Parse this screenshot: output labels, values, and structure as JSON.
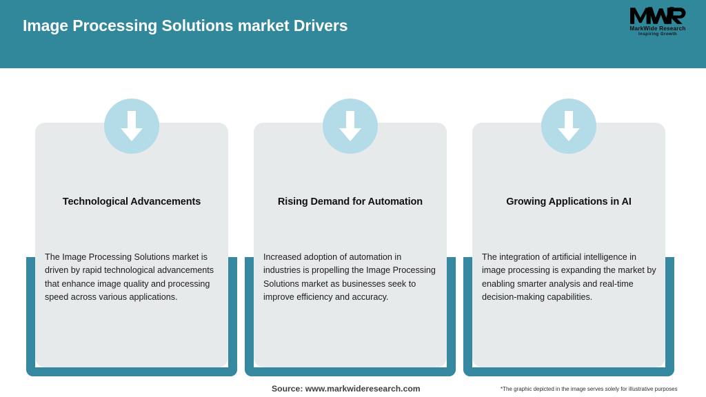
{
  "header": {
    "title": "Image Processing Solutions market Drivers",
    "background_color": "#32889b",
    "title_color": "#ffffff"
  },
  "logo": {
    "mark": "MWR",
    "name": "MarkWide Research",
    "tagline": "Inspiring Growth"
  },
  "cards": [
    {
      "icon": "down-arrow-icon",
      "title": "Technological Advancements",
      "body": "The Image Processing Solutions market is driven by rapid technological advancements that enhance image quality and processing speed across various applications."
    },
    {
      "icon": "down-arrow-icon",
      "title": "Rising Demand for Automation",
      "body": "Increased adoption of automation in industries is propelling the Image Processing Solutions market as businesses seek to improve efficiency and accuracy."
    },
    {
      "icon": "down-arrow-icon",
      "title": "Growing Applications in AI",
      "body": "The integration of artificial intelligence in image processing is expanding the market by enabling smarter analysis and real-time decision-making capabilities."
    }
  ],
  "footer": {
    "source": "Source: www.markwideresearch.com",
    "disclaimer": "*The graphic depicted in the image serves solely for illustrative purposes"
  },
  "colors": {
    "teal": "#32889b",
    "bracket_teal": "#3688a0",
    "card_gray": "#e6eaeb",
    "badge_blue": "#b3dbe8",
    "arrow_white": "#ffffff"
  }
}
